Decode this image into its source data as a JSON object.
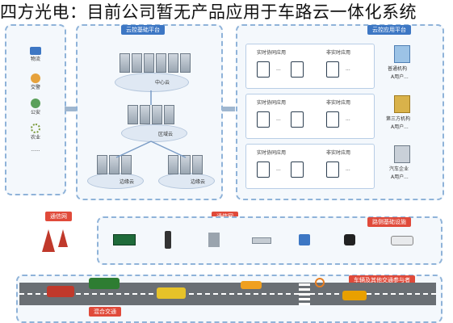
{
  "headline": "四方光电：目前公司暂无产品应用于车路云一体化系统",
  "left_panel": {
    "items": [
      "物流",
      "交警",
      "公安",
      "农业",
      "......"
    ]
  },
  "top_center_tag": "云控基础平台",
  "top_right_tag": "云控应用平台",
  "cloud_nodes": [
    "中心云",
    "区域云",
    "边缘云",
    "边缘云"
  ],
  "app_cards": [
    {
      "left": "实时协同应用",
      "right": "非实时应用",
      "org": "普通机构",
      "org_sub": "A用户..."
    },
    {
      "left": "实时协同应用",
      "right": "非实时应用",
      "org": "第三方机构",
      "org_sub": "A用户..."
    },
    {
      "left": "实时协同应用",
      "right": "非实时应用",
      "org": "汽车企业",
      "org_sub": "A用户..."
    }
  ],
  "network_tags": [
    "通信网",
    "通信网"
  ],
  "infrastructure_tag": "路侧基础设施",
  "vehicle_tag": "车辆及其他交通参与者",
  "mixed_traffic_tag": "混合交通",
  "ellipsis": "...",
  "colors": {
    "accent": "#e04a3a",
    "panel_border": "#8fb3d9",
    "road": "#6a6f74"
  }
}
